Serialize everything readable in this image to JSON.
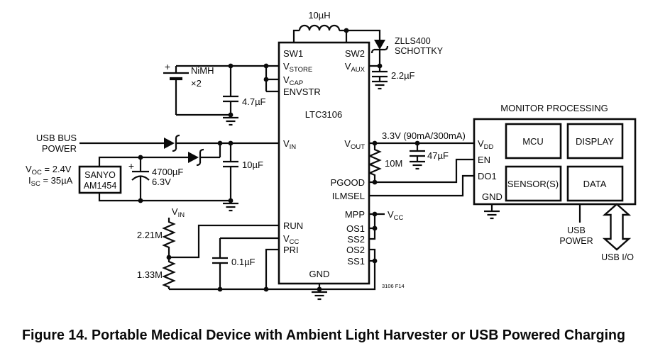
{
  "colors": {
    "ic_fill": "#ebc7c2",
    "line": "#0a0a0a",
    "background": "#ffffff"
  },
  "caption": "Figure 14. Portable Medical Device with Ambient Light Harvester or USB Powered Charging",
  "ic": {
    "name": "LTC3106",
    "ref_code": "3106 F14",
    "pins": {
      "sw1": "SW1",
      "vstore_v": "V",
      "vstore_sub": "STORE",
      "vcap_v": "V",
      "vcap_sub": "CAP",
      "envstr": "ENVSTR",
      "vin_v": "V",
      "vin_sub": "IN",
      "run": "RUN",
      "vcc_v": "V",
      "vcc_sub": "CC",
      "pri": "PRI",
      "sw2": "SW2",
      "vaux_v": "V",
      "vaux_sub": "AUX",
      "vout_v": "V",
      "vout_sub": "OUT",
      "pgood": "PGOOD",
      "ilmsel": "ILMSEL",
      "mpp": "MPP",
      "os1": "OS1",
      "ss2": "SS2",
      "os2": "OS2",
      "ss1": "SS1",
      "gnd": "GND"
    }
  },
  "components": {
    "inductor": "10µH",
    "schottky_line1": "ZLLS400",
    "schottky_line2": "SCHOTTKY",
    "cap_vaux": "2.2µF",
    "battery_plus": "+",
    "battery_type": "NiMH",
    "battery_count": "×2",
    "cap_vstore": "4.7µF",
    "cap_bulk_plus": "+",
    "cap_bulk": "4700µF",
    "cap_bulk_voltage": "6.3V",
    "cap_vin": "10µF",
    "res_divider_top": "2.21M",
    "res_divider_bottom": "1.33M",
    "cap_vcc": "0.1µF",
    "res_pullup": "10M",
    "cap_vout": "47µF"
  },
  "nets": {
    "usb_line1": "USB BUS",
    "usb_line2": "POWER",
    "voc_pre": "V",
    "voc_sub": "OC",
    "voc_post": " = 2.4V",
    "isc_pre": "I",
    "isc_sub": "SC",
    "isc_post": " = 35µA",
    "vin_v": "V",
    "vin_sub": "IN",
    "vcc_v": "V",
    "vcc_sub": "CC",
    "vout_rail": "3.3V (90mA/300mA)"
  },
  "solar": {
    "line1": "SANYO",
    "line2": "AM1454"
  },
  "monitor": {
    "title": "MONITOR PROCESSING",
    "blocks": {
      "mcu": "MCU",
      "display": "DISPLAY",
      "sensors": "SENSOR(S)",
      "data": "DATA"
    },
    "pins": {
      "vdd_v": "V",
      "vdd_sub": "DD",
      "en": "EN",
      "do1": "DO1",
      "gnd": "GND"
    },
    "usb_power_line1": "USB",
    "usb_power_line2": "POWER",
    "usb_io": "USB I/O"
  }
}
